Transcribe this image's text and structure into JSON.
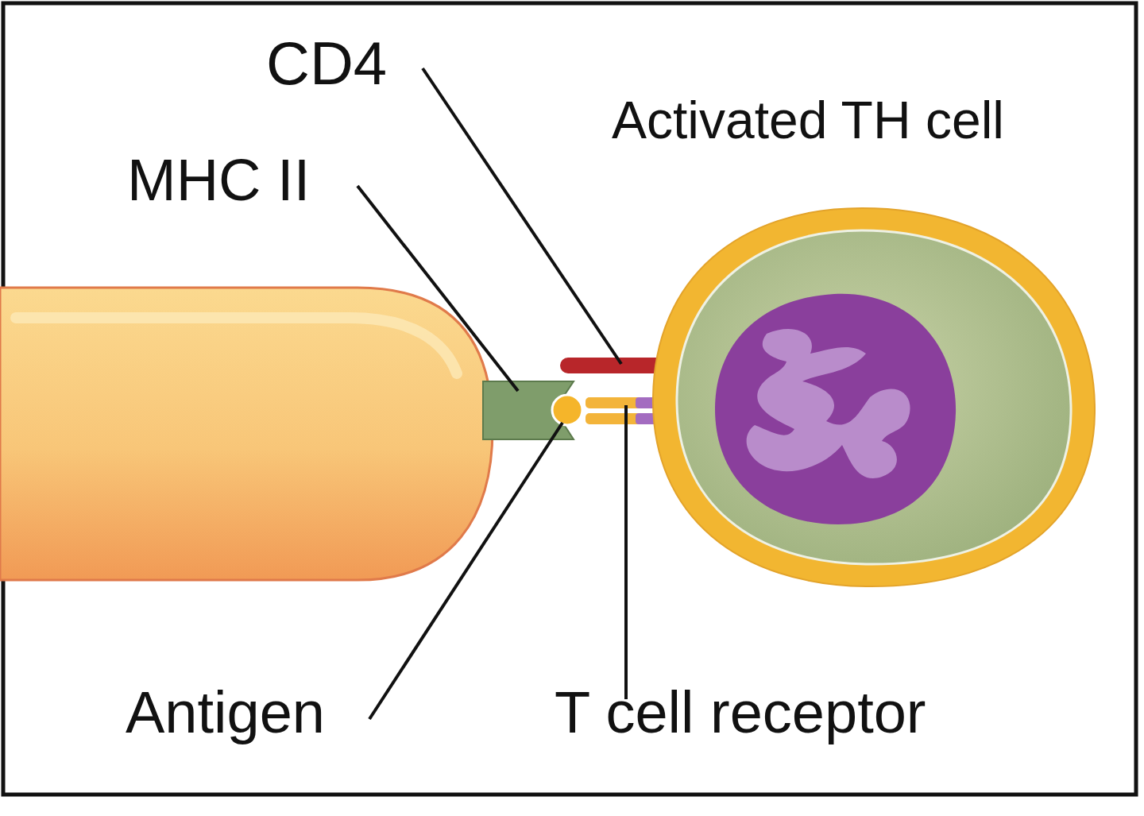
{
  "diagram": {
    "labels": [
      "CD4",
      "Activated TH cell",
      "MHC II",
      "Antigen",
      "T cell receptor"
    ]
  }
}
